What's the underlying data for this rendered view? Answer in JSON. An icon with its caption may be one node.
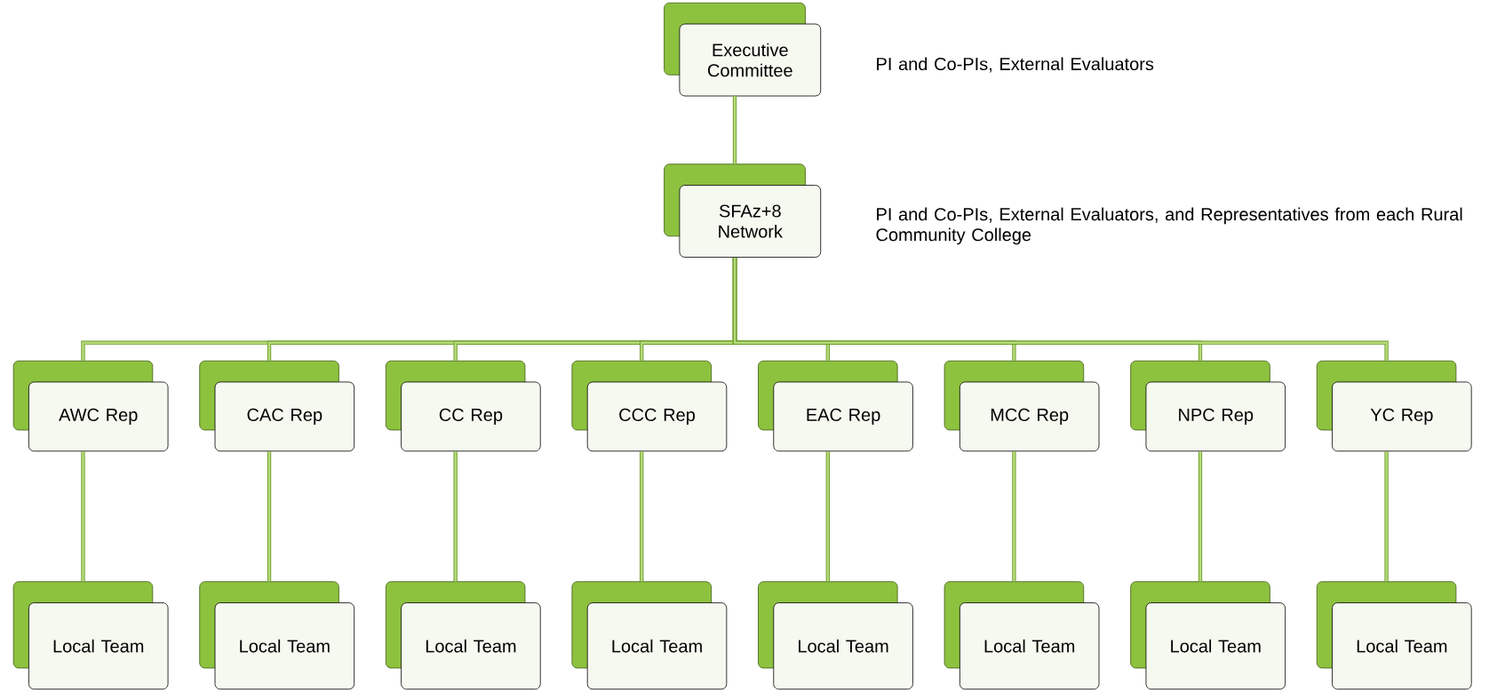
{
  "diagram": {
    "nodes": [
      {
        "text": [
          "Executive Committee"
        ],
        "beside": [
          "PI and Co-PIs, External Evaluators"
        ]
      },
      {
        "text": [
          "SFAz+8 Network"
        ],
        "beside": [
          "PI and Co-PIs, External Evaluators, and Representatives from each Rural Community College"
        ]
      },
      {
        "text": [
          "AWC Rep"
        ]
      },
      {
        "text": [
          "CAC Rep"
        ]
      },
      {
        "text": [
          "CC Rep"
        ]
      },
      {
        "text": [
          "CCC Rep"
        ]
      },
      {
        "text": [
          "EAC Rep"
        ]
      },
      {
        "text": [
          "MCC Rep"
        ]
      },
      {
        "text": [
          "NPC Rep"
        ]
      },
      {
        "text": [
          "YC Rep"
        ]
      },
      {
        "text": [
          "Local Team"
        ]
      },
      {
        "text": [
          "Local Team"
        ]
      },
      {
        "text": [
          "Local Team"
        ]
      },
      {
        "text": [
          "Local Team"
        ]
      },
      {
        "text": [
          "Local Team"
        ]
      },
      {
        "text": [
          "Local Team"
        ]
      },
      {
        "text": [
          "Local Team"
        ]
      },
      {
        "text": [
          "Local Team"
        ]
      }
    ],
    "edges": [
      {
        "from": 0,
        "to": 1,
        "arrow": "none"
      },
      {
        "from": 1,
        "to": 2,
        "arrow": "none"
      },
      {
        "from": 1,
        "to": 3,
        "arrow": "none"
      },
      {
        "from": 1,
        "to": 4,
        "arrow": "none"
      },
      {
        "from": 1,
        "to": 5,
        "arrow": "none"
      },
      {
        "from": 1,
        "to": 6,
        "arrow": "none"
      },
      {
        "from": 1,
        "to": 7,
        "arrow": "none"
      },
      {
        "from": 1,
        "to": 8,
        "arrow": "none"
      },
      {
        "from": 1,
        "to": 9,
        "arrow": "none"
      },
      {
        "from": 2,
        "to": 10,
        "arrow": "none"
      },
      {
        "from": 3,
        "to": 11,
        "arrow": "none"
      },
      {
        "from": 4,
        "to": 12,
        "arrow": "none"
      },
      {
        "from": 5,
        "to": 13,
        "arrow": "none"
      },
      {
        "from": 6,
        "to": 14,
        "arrow": "none"
      },
      {
        "from": 7,
        "to": 15,
        "arrow": "none"
      },
      {
        "from": 8,
        "to": 16,
        "arrow": "none"
      },
      {
        "from": 9,
        "to": 17,
        "arrow": "none"
      }
    ]
  }
}
